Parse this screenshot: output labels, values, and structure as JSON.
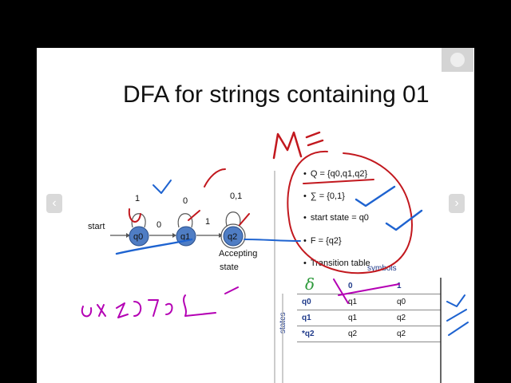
{
  "slide": {
    "title": "DFA for strings containing 01"
  },
  "diagram": {
    "start_label": "start",
    "states": [
      "q0",
      "q1",
      "q2"
    ],
    "edge_labels": {
      "q0_loop": "1",
      "q1_loop": "0",
      "q2_loop": "0,1",
      "q0_to_q1": "0",
      "q1_to_q2": "1"
    },
    "accepting_label_line1": "Accepting",
    "accepting_label_line2": "state"
  },
  "definition": {
    "items": [
      "Q = {q0,q1,q2}",
      "∑ = {0,1}",
      "start state = q0",
      "F = {q2}",
      "Transition table"
    ]
  },
  "table": {
    "delta_symbol": "δ",
    "symbols_label": "symbols",
    "states_label": "states",
    "columns": [
      "0",
      "1"
    ],
    "rows": [
      {
        "state": "q0",
        "c0": "q1",
        "c1": "q0"
      },
      {
        "state": "q1",
        "c0": "q1",
        "c1": "q2"
      },
      {
        "state": "*q2",
        "c0": "q2",
        "c1": "q2"
      }
    ]
  },
  "annotations": {
    "handwritten": [
      "M =",
      "δ: Q×Σ → Q"
    ]
  },
  "colors": {
    "state_fill": "#4f7dc4",
    "ink_red": "#c2181e",
    "ink_blue": "#1e63d0",
    "ink_magenta": "#b400b4"
  }
}
